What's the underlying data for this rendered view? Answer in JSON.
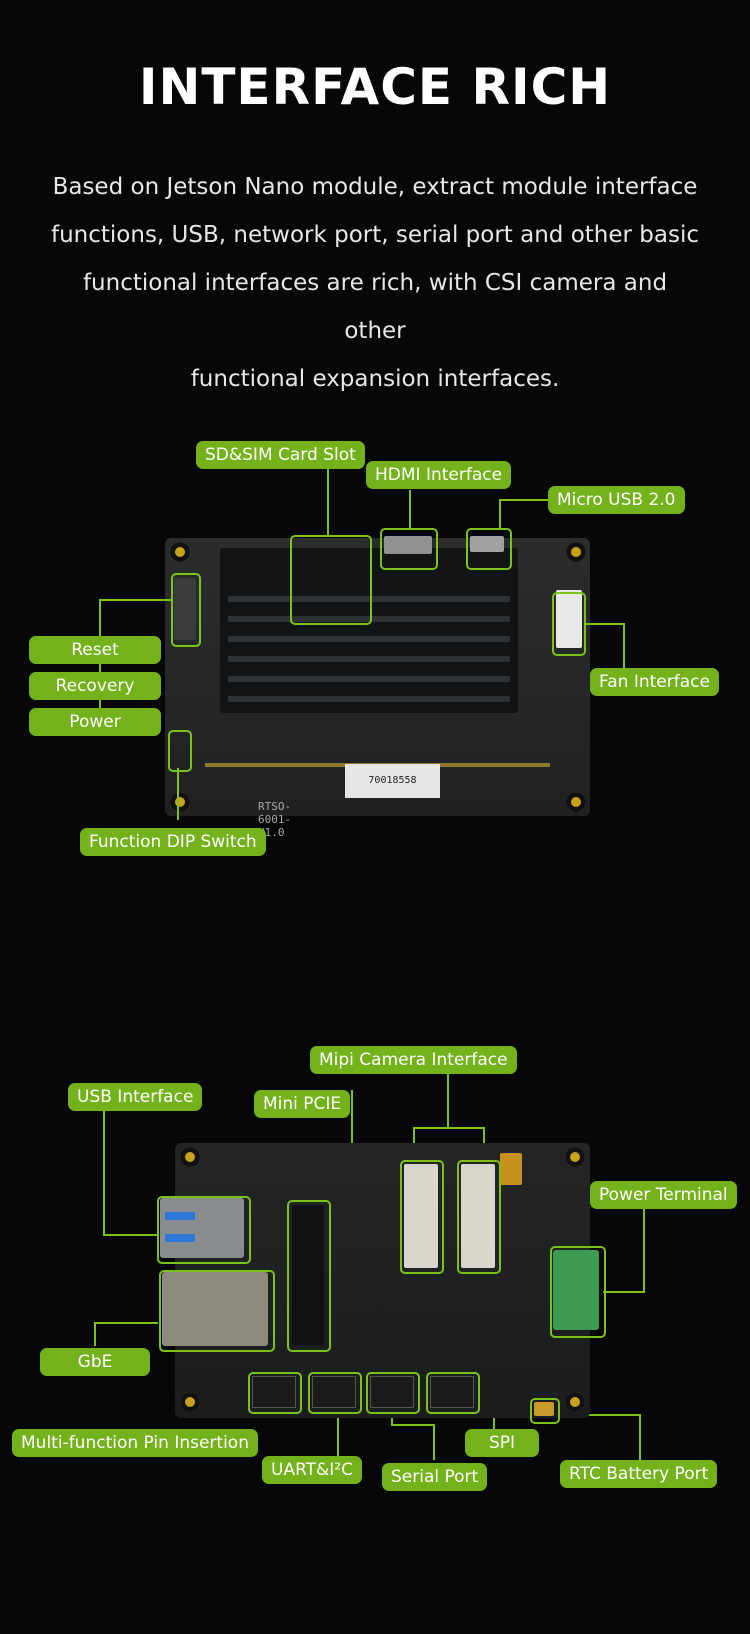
{
  "title": "INTERFACE RICH",
  "description_lines": [
    "Based on Jetson Nano module, extract module interface",
    "functions, USB, network port, serial port and other basic",
    "functional interfaces are rich, with CSI camera and other",
    "functional expansion interfaces."
  ],
  "top_board": {
    "silkscreen": "RTSO-6001-V1.0",
    "barcode": "70018558",
    "labels": {
      "sd_sim": "SD&SIM Card Slot",
      "hdmi": "HDMI Interface",
      "micro_usb": "Micro USB 2.0",
      "reset": "Reset",
      "recovery": "Recovery",
      "power": "Power",
      "fan": "Fan Interface",
      "dip": "Function DIP Switch"
    }
  },
  "bottom_board": {
    "labels": {
      "mipi": "Mipi Camera Interface",
      "usb": "USB Interface",
      "mini_pcie": "Mini PCIE",
      "power_terminal": "Power Terminal",
      "gbe": "GbE",
      "multi_pin": "Multi-function Pin Insertion",
      "uart": "UART&I²C",
      "serial": "Serial Port",
      "spi": "SPI",
      "rtc": "RTC Battery Port"
    }
  },
  "colors": {
    "accent": "#74b21b",
    "line": "#7cc21a",
    "background": "#070707"
  }
}
